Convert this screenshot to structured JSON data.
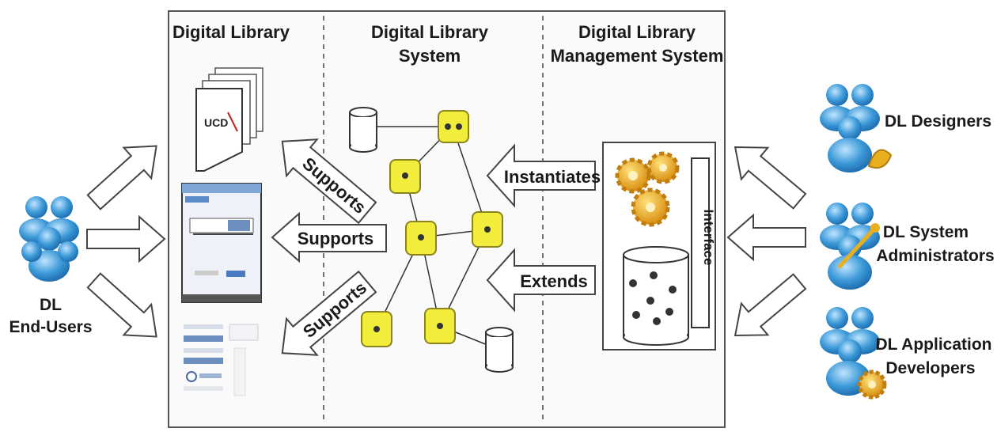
{
  "headers": {
    "digital_library": "Digital Library",
    "dls_line1": "Digital Library",
    "dls_line2": "System",
    "dlms_line1": "Digital Library",
    "dlms_line2": "Management System"
  },
  "arrows": {
    "supports_top": "Supports",
    "supports_mid": "Supports",
    "supports_bottom": "Supports",
    "instantiates": "Instantiates",
    "extends": "Extends"
  },
  "interface_label": "Interface",
  "doc_logo": "UCD",
  "actors": {
    "end_users_line1": "DL",
    "end_users_line2": "End-Users",
    "designers": "DL Designers",
    "sysadmin_line1": "DL System",
    "sysadmin_line2": "Administrators",
    "appdev_line1": "DL Application",
    "appdev_line2": "Developers"
  },
  "colors": {
    "node_fill": "#f2ec3a",
    "node_stroke": "#8a8420",
    "people": "#3d9ad8",
    "gear": "#f0b020"
  }
}
